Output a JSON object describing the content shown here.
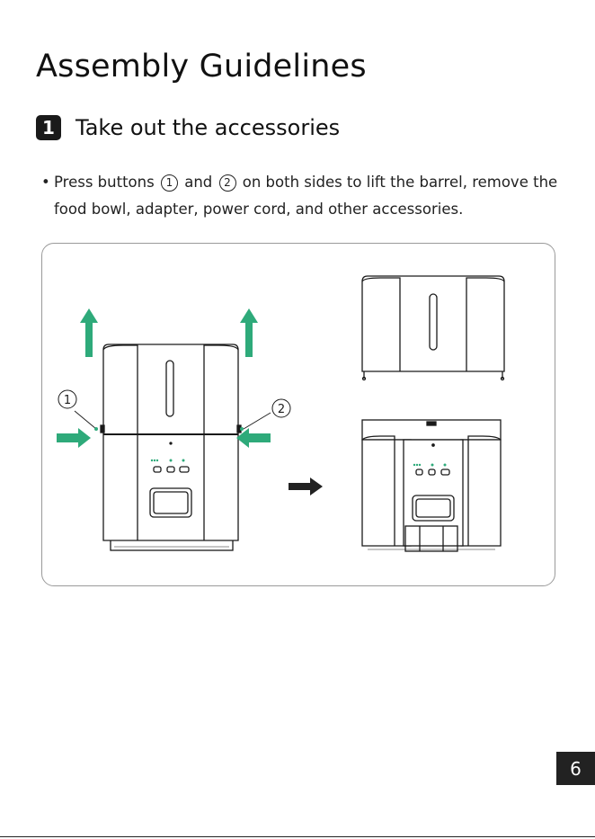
{
  "page": {
    "title": "Assembly Guidelines",
    "page_number": "6"
  },
  "step": {
    "number": "1",
    "title": "Take out the accessories"
  },
  "instruction": {
    "bullet": "•",
    "part1": "Press buttons",
    "button1": "1",
    "part2": "and",
    "button2": "2",
    "part3": "on both sides to lift the barrel, remove the food bowl, adapter, power cord, and other accessories."
  },
  "figure": {
    "callout_left": "1",
    "callout_right": "2",
    "colors": {
      "arrow_green": "#2eaa7a",
      "arrow_dark": "#222222",
      "line": "#1a1a1a"
    },
    "icons": [
      "up-arrow-icon",
      "press-arrow-icon",
      "next-arrow-icon"
    ]
  }
}
